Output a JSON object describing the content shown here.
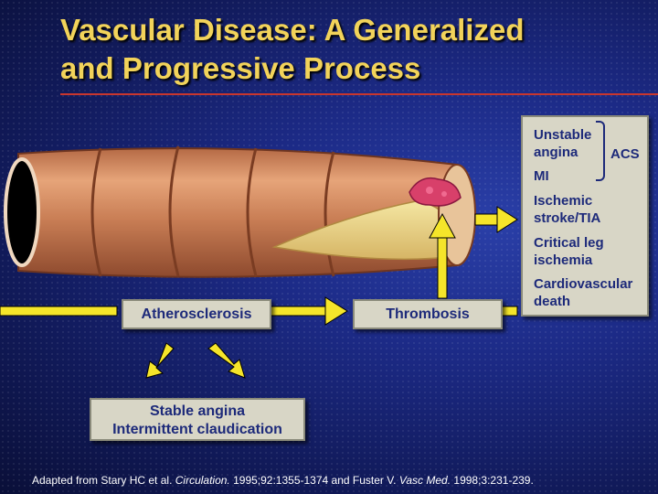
{
  "title": {
    "line1": "Vascular Disease: A Generalized",
    "line2": "and Progressive Process"
  },
  "labels": {
    "atherosclerosis": "Atherosclerosis",
    "thrombosis": "Thrombosis",
    "stable_line1": "Stable angina",
    "stable_line2": "Intermittent claudication"
  },
  "outcomes": {
    "unstable_angina": [
      "Unstable",
      "angina"
    ],
    "mi": "MI",
    "acs": "ACS",
    "ischemic_stroke": [
      "Ischemic",
      "stroke/TIA"
    ],
    "critical_leg": [
      "Critical leg",
      "ischemia"
    ],
    "cv_death": [
      "Cardiovascular",
      "death"
    ]
  },
  "citation": {
    "part1": "Adapted from Stary HC et al. ",
    "journal1": "Circulation.",
    "part2": " 1995;92:1355-1374 and Fuster V. ",
    "journal2": "Vasc Med.",
    "part3": " 1998;3:231-239."
  },
  "colors": {
    "title": "#f2d35a",
    "arrow": "#f5e52a",
    "box_text": "#1d2a7a",
    "box_bg": "#d8d6c6"
  }
}
